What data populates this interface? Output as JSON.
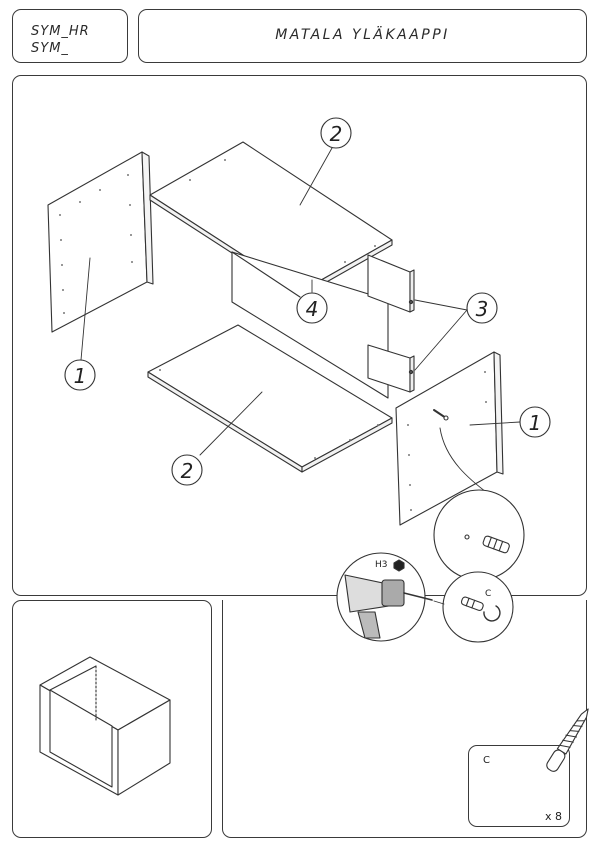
{
  "header": {
    "codes": [
      "SYM_HR",
      "SYM_"
    ],
    "title": "MATALA YLÄKAAPPI"
  },
  "callouts": {
    "side_left": "1",
    "top": "2",
    "bottom": "2",
    "back": "4",
    "rails": "3",
    "side_right": "1"
  },
  "tools": {
    "bit_label": "H3",
    "fitting_label": "C"
  },
  "hardware": {
    "label": "C",
    "quantity": "x 8"
  }
}
